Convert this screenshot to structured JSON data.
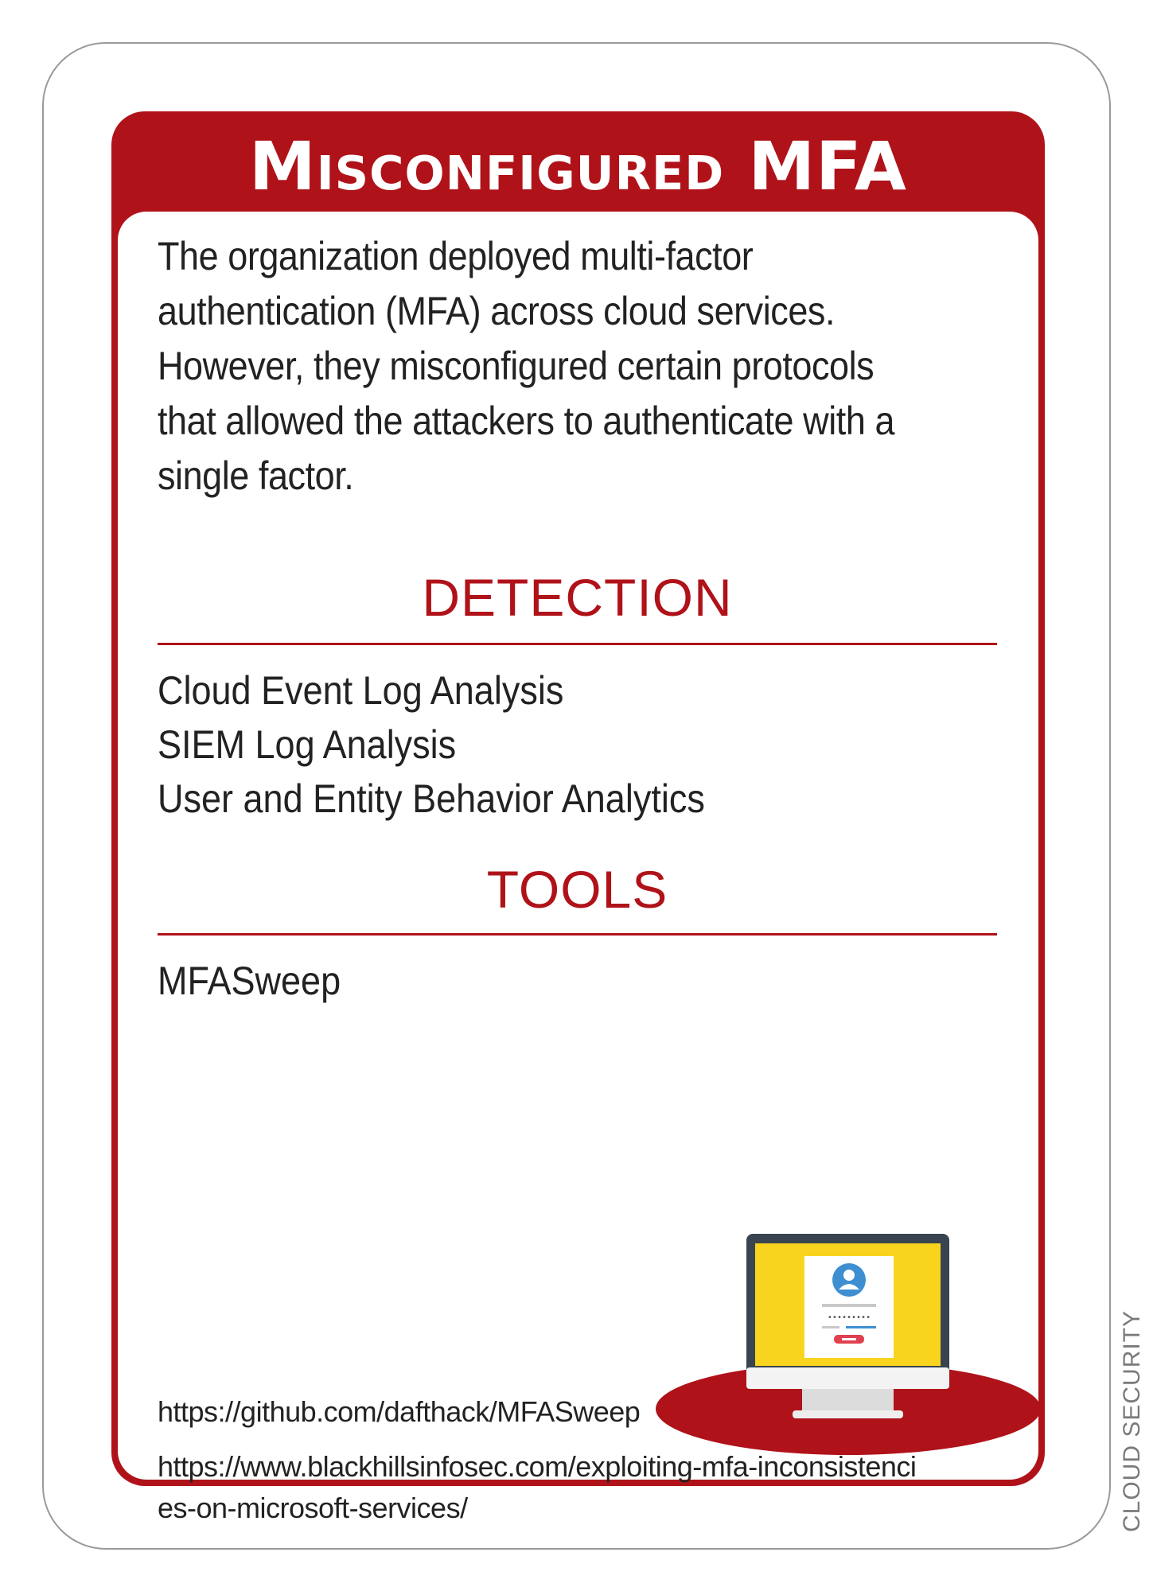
{
  "card": {
    "title": "Misconfigured MFA",
    "description": "The organization deployed multi-factor authentication (MFA) across cloud services. However, they misconfigured certain protocols that allowed the attackers to authenticate with a single factor.",
    "category": "CLOUD SECURITY"
  },
  "detection": {
    "heading": "DETECTION",
    "items": [
      "Cloud Event Log Analysis",
      "SIEM Log Analysis",
      "User and Entity Behavior Analytics"
    ]
  },
  "tools": {
    "heading": "TOOLS",
    "items": [
      "MFASweep"
    ]
  },
  "links": [
    "https://github.com/dafthack/MFASweep",
    "https://www.blackhillsinfosec.com/exploiting-mfa-inconsistencies-on-microsoft-services/"
  ],
  "illustration": {
    "icon": "computer-login-icon",
    "password_mask": "•••••••••"
  },
  "colors": {
    "accent": "#b01219",
    "text": "#222222",
    "screen": "#f8d41f",
    "monitor": "#3a4450",
    "avatar": "#3d8fd1"
  }
}
